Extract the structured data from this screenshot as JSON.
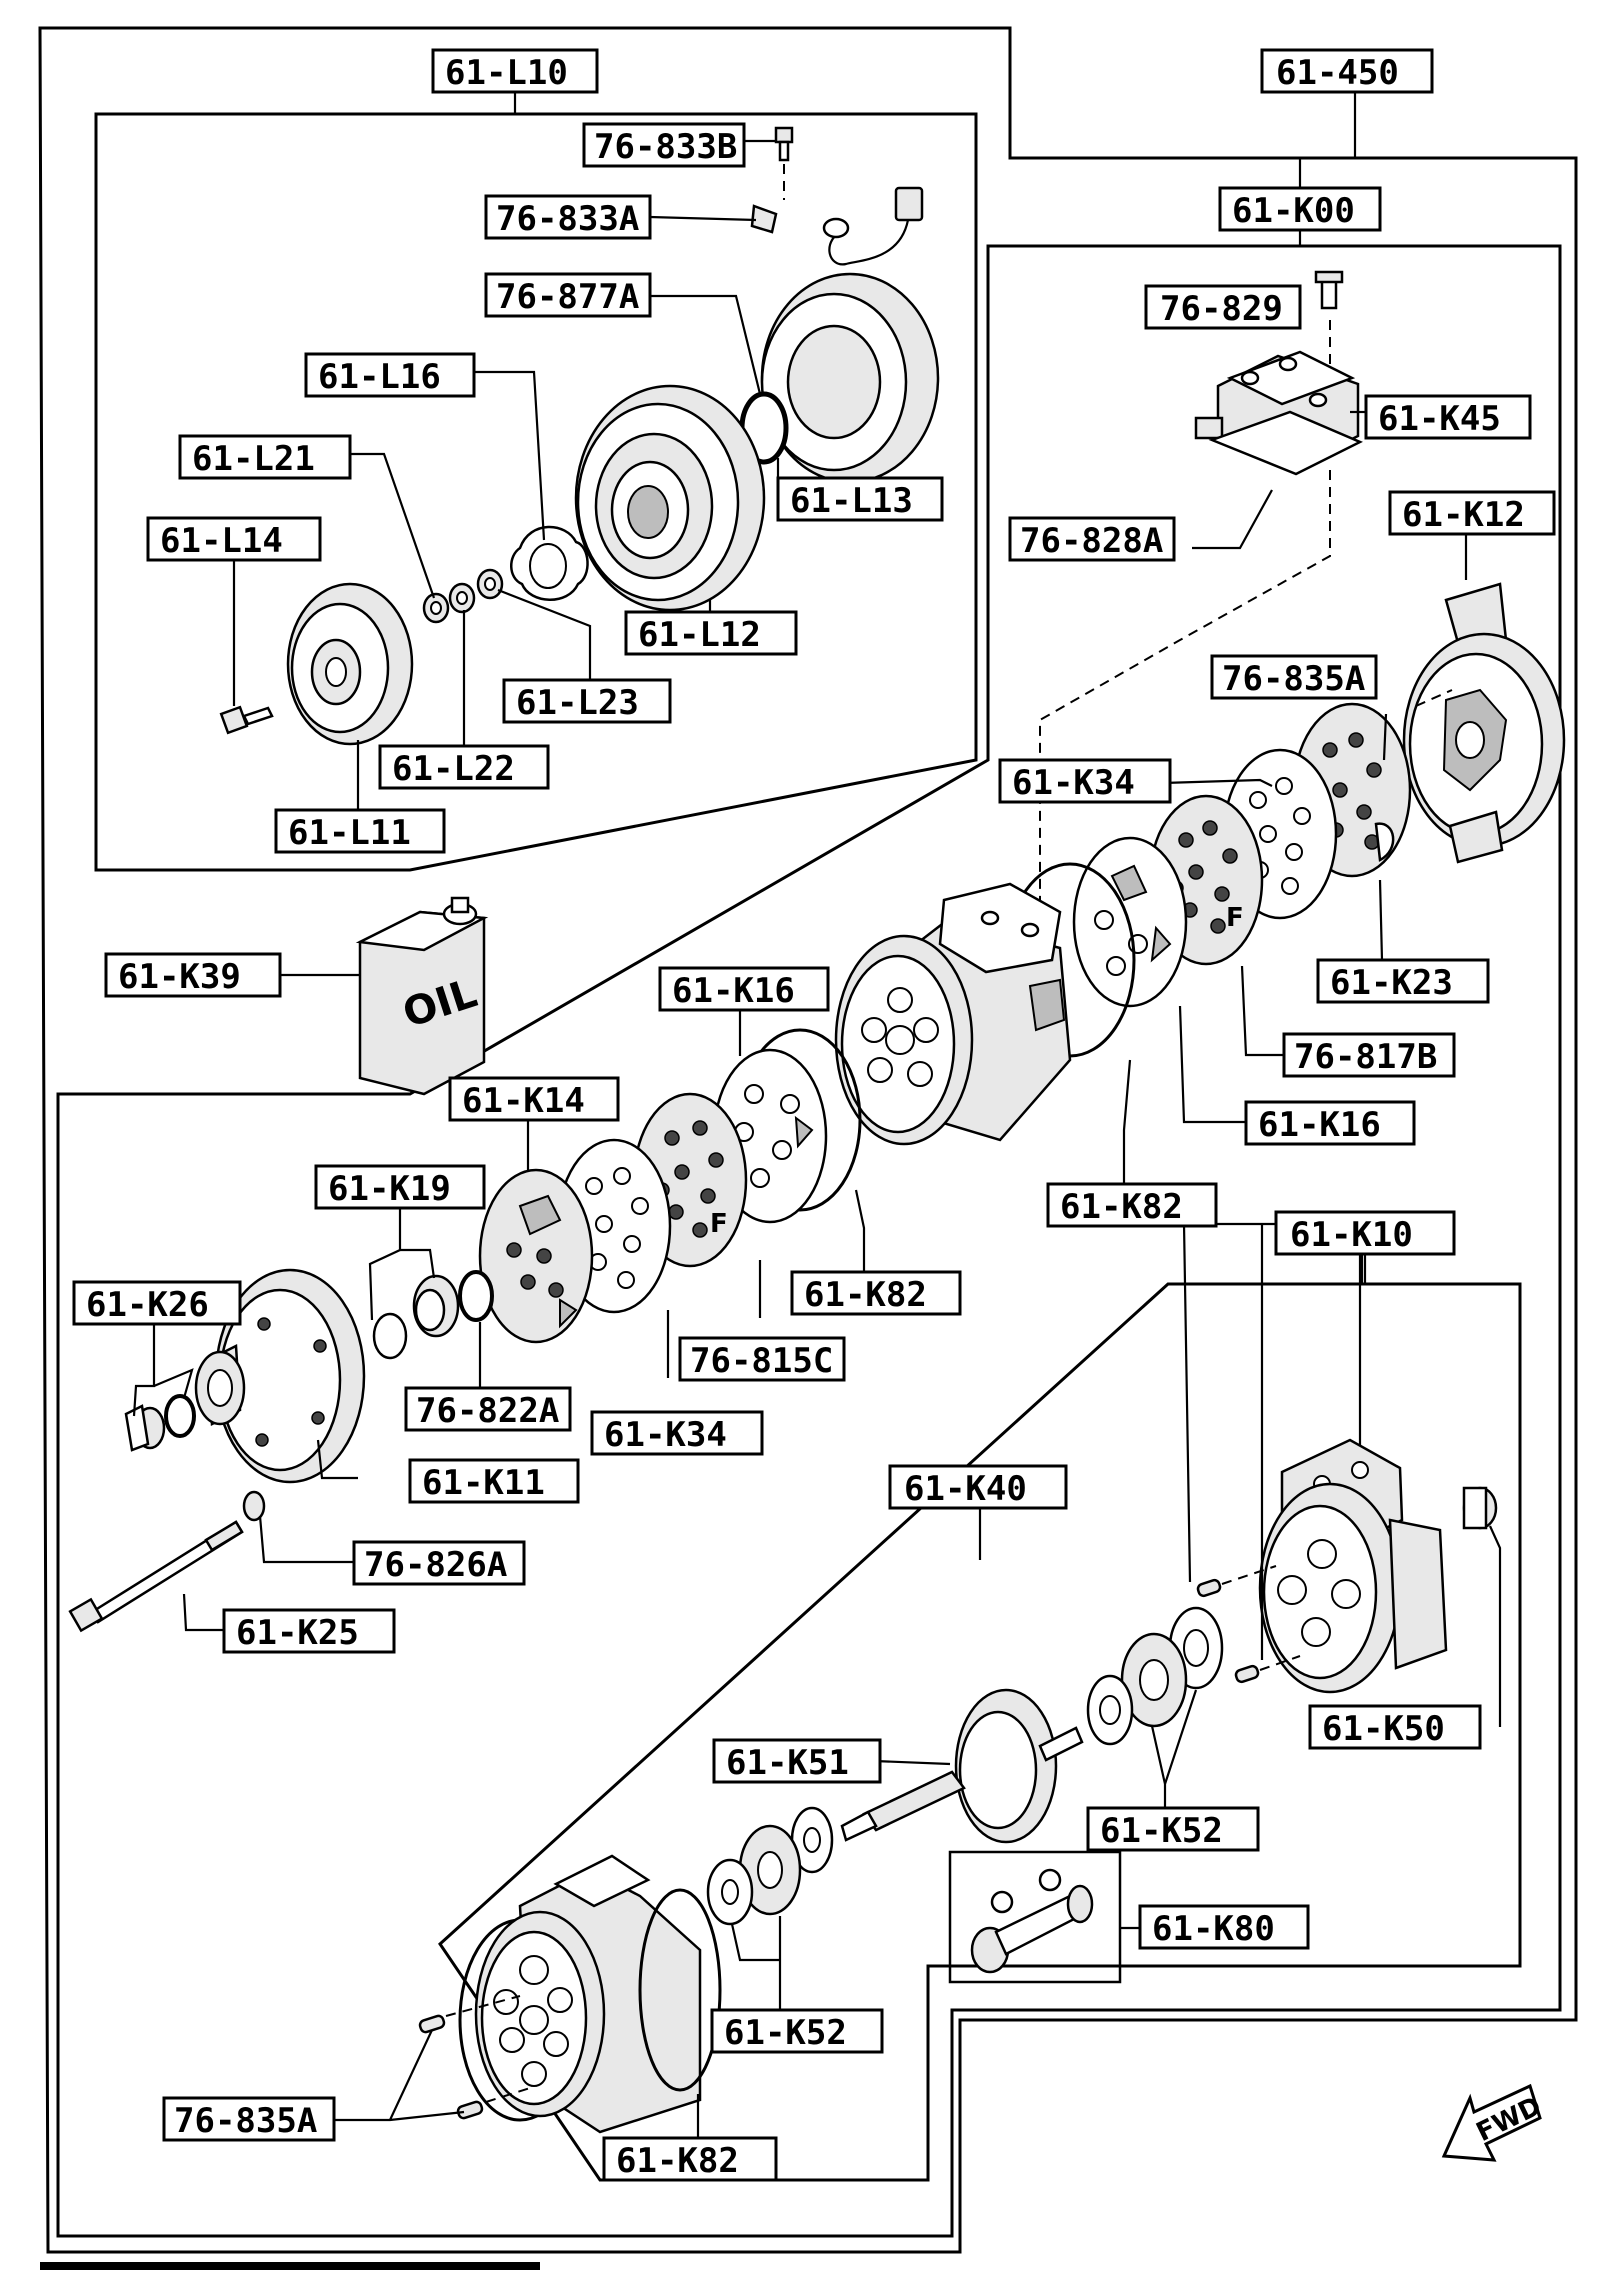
{
  "labels": {
    "61-L10": "61-L10",
    "61-450": "61-450",
    "76-833B": "76-833B",
    "76-833A": "76-833A",
    "61-K00": "61-K00",
    "76-877A": "76-877A",
    "76-829": "76-829",
    "61-L16": "61-L16",
    "61-K45": "61-K45",
    "61-L21": "61-L21",
    "61-L13": "61-L13",
    "76-828A": "76-828A",
    "61-K12": "61-K12",
    "61-L14": "61-L14",
    "61-L12": "61-L12",
    "76-835A-top": "76-835A",
    "61-L23": "61-L23",
    "61-L22": "61-L22",
    "61-K34-top": "61-K34",
    "61-L11": "61-L11",
    "61-K39": "61-K39",
    "61-K23": "61-K23",
    "61-K16-mid": "61-K16",
    "76-817B": "76-817B",
    "61-K14": "61-K14",
    "61-K16-right": "61-K16",
    "61-K19": "61-K19",
    "61-K82-mid": "61-K82",
    "61-K10": "61-K10",
    "61-K26": "61-K26",
    "61-K82-left": "61-K82",
    "76-815C": "76-815C",
    "76-822A": "76-822A",
    "61-K34-bot": "61-K34",
    "61-K11": "61-K11",
    "61-K40": "61-K40",
    "76-826A": "76-826A",
    "61-K25": "61-K25",
    "61-K50": "61-K50",
    "61-K51": "61-K51",
    "61-K52-right": "61-K52",
    "61-K80": "61-K80",
    "61-K52-left": "61-K52",
    "76-835A-bot": "76-835A",
    "61-K82-bot": "61-K82"
  },
  "oil_can_text": "OIL",
  "fwd_text": "FWD",
  "plate_letter": "F"
}
